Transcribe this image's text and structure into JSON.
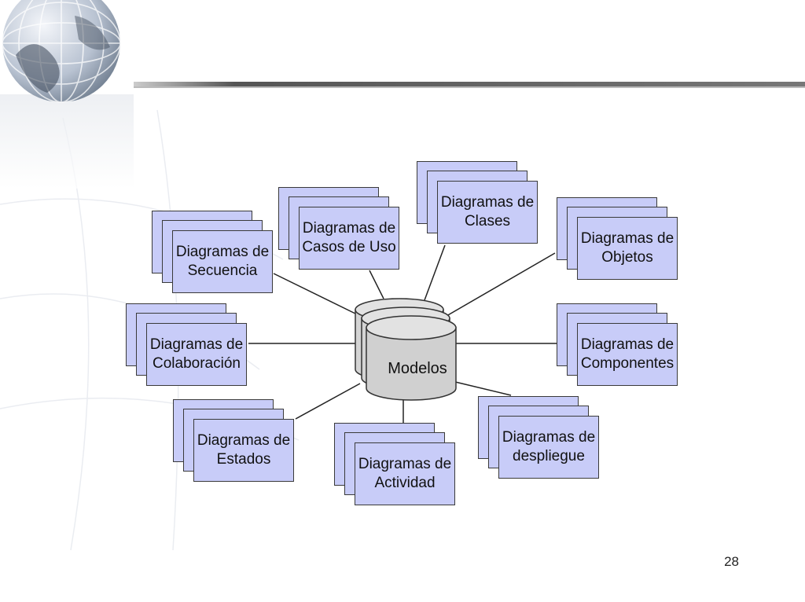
{
  "diagram": {
    "center_label": "Modelos",
    "nodes": [
      {
        "id": "clases",
        "label": "Diagramas de\nClases"
      },
      {
        "id": "casos-de-uso",
        "label": "Diagramas de\nCasos de Uso"
      },
      {
        "id": "secuencia",
        "label": "Diagramas de\nSecuencia"
      },
      {
        "id": "objetos",
        "label": "Diagramas de\nObjetos"
      },
      {
        "id": "colaboracion",
        "label": "Diagramas de\nColaboración"
      },
      {
        "id": "componentes",
        "label": "Diagramas de\nComponentes"
      },
      {
        "id": "estados",
        "label": "Diagramas de\nEstados"
      },
      {
        "id": "actividad",
        "label": "Diagramas de\nActividad"
      },
      {
        "id": "despliegue",
        "label": "Diagramas de\ndespliegue"
      }
    ]
  },
  "page_number": "28",
  "colors": {
    "card_fill": "#c8ccf8",
    "cylinder_fill": "#d4d4d4",
    "line": "#222222"
  }
}
